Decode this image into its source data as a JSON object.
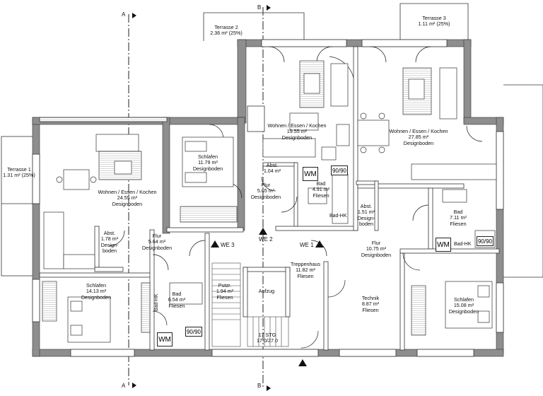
{
  "section_marks": {
    "a": "A",
    "b": "B"
  },
  "entrances": {
    "we1": "WE 1",
    "we2": "WE 2",
    "we3": "WE 3"
  },
  "rooms": {
    "terrasse1": {
      "name": "Terrasse 1",
      "area": "1.31 m² (25%)"
    },
    "terrasse2": {
      "name": "Terrasse 2",
      "area": "2.36 m² (25%)"
    },
    "terrasse3": {
      "name": "Terrasse 3",
      "area": "1.11 m² (25%)"
    },
    "wek_left": {
      "name": "Wohnen / Essen / Kochen",
      "area": "24.55 m²",
      "floor": "Designboden"
    },
    "schlafen_1179": {
      "name": "Schlafen",
      "area": "11.79 m²",
      "floor": "Designboden"
    },
    "wek_mid": {
      "name": "Wohnen / Essen / Kochen",
      "area": "19.55 m²",
      "floor": "Designboden"
    },
    "wek_right": {
      "name": "Wohnen / Essen / Kochen",
      "area": "27.85 m²",
      "floor": "Designboden"
    },
    "abst_104": {
      "name": "Abst.",
      "area": "1.04 m²"
    },
    "flur_565": {
      "name": "Flur",
      "area": "5.65 m²",
      "floor": "Designboden"
    },
    "bad_491": {
      "name": "Bad",
      "area": "4.91 m²",
      "floor": "Fliesen"
    },
    "abst_151": {
      "name": "Abst.",
      "area": "1.51 m²",
      "floor1": "Design-",
      "floor2": "boden"
    },
    "bad_711": {
      "name": "Bad",
      "area": "7.11 m²",
      "floor": "Fliesen"
    },
    "abst_178": {
      "name": "Abst.",
      "area": "1.78 m²",
      "floor1": "Design-",
      "floor2": "boden"
    },
    "flur_564": {
      "name": "Flur",
      "area": "5.64 m²",
      "floor": "Designboden"
    },
    "flur_1075": {
      "name": "Flur",
      "area": "10.75 m²",
      "floor": "Designboden"
    },
    "treppenhaus": {
      "name": "Treppenhaus",
      "area": "11.82 m²",
      "floor": "Fliesen"
    },
    "putz": {
      "name": "Putzr.",
      "area": "1.94 m²",
      "floor": "Fliesen"
    },
    "aufzug": {
      "name": "Aufzug"
    },
    "bad_654": {
      "name": "Bad",
      "area": "6.54 m²",
      "floor": "Fliesen"
    },
    "schlafen_1413": {
      "name": "Schlafen",
      "area": "14.13 m²",
      "floor": "Designboden"
    },
    "technik": {
      "name": "Technik",
      "area": "8.87 m²",
      "floor": "Fliesen"
    },
    "schlafen_1508": {
      "name": "Schlafen",
      "area": "15.08 m²",
      "floor": "Designboden"
    }
  },
  "fixtures": {
    "wm": "WM",
    "shower": "90/90",
    "bad_hk": "Bad-HK"
  },
  "stair": {
    "steps": "17 STG",
    "ratio": "17.0/27.0"
  }
}
